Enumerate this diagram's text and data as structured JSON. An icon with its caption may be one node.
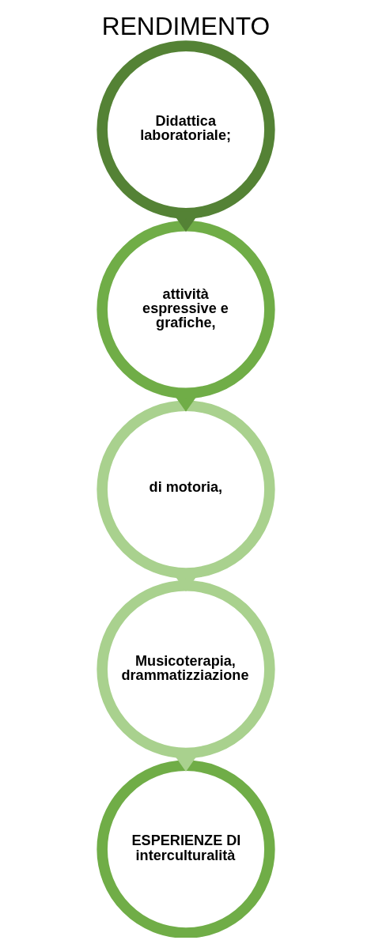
{
  "diagram": {
    "title": "RENDIMENTO",
    "nodes": [
      {
        "text": [
          "Didattica laboratoriale;"
        ]
      },
      {
        "text": [
          "attività espressive e grafiche,"
        ]
      },
      {
        "text": [
          "di motoria,"
        ]
      },
      {
        "text": [
          "Musicoterapia, drammatizziazione"
        ]
      },
      {
        "text": [
          "ESPERIENZE DI interculturalità"
        ]
      }
    ],
    "edges": [
      {
        "from": 0,
        "to": 1,
        "arrow": "to"
      },
      {
        "from": 1,
        "to": 2,
        "arrow": "to"
      },
      {
        "from": 2,
        "to": 3,
        "arrow": "to"
      },
      {
        "from": 3,
        "to": 4,
        "arrow": "to"
      }
    ]
  }
}
